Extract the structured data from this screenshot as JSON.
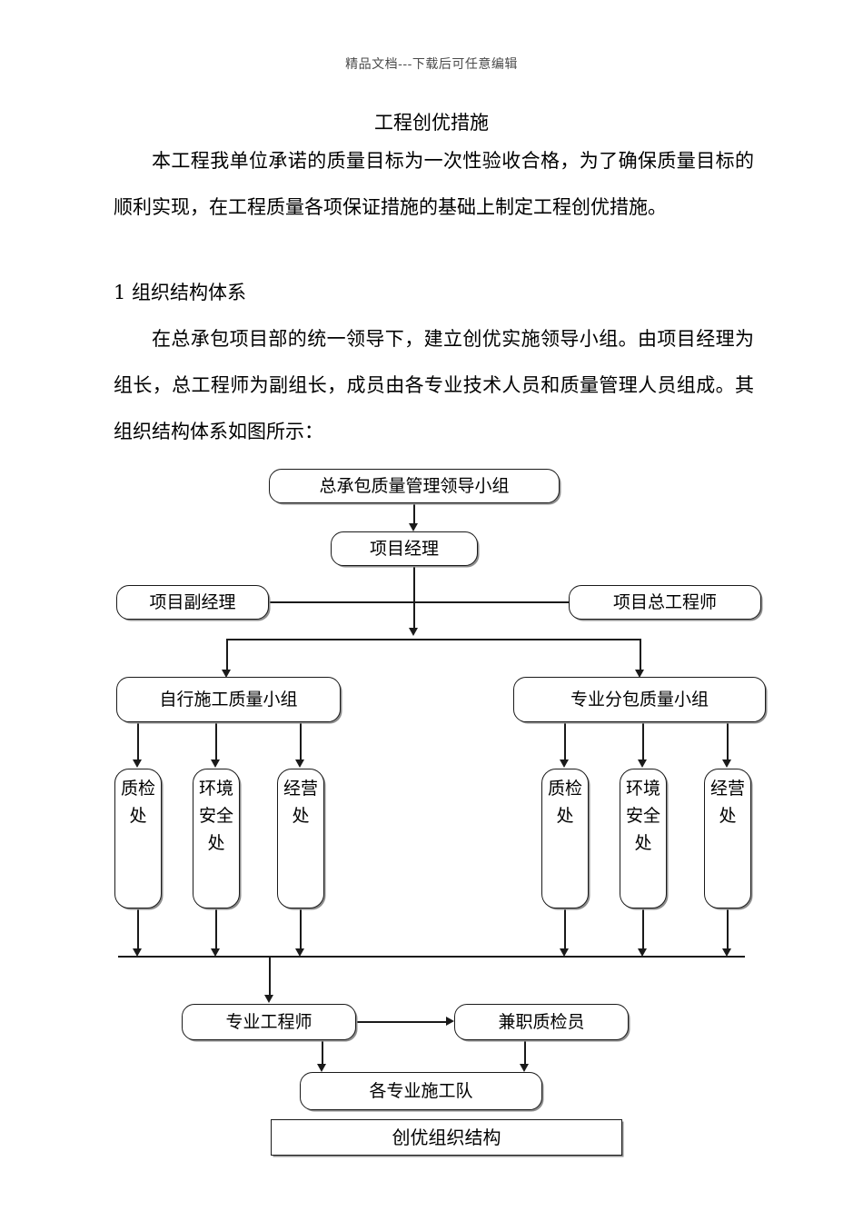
{
  "page": {
    "header_note": "精品文档---下载后可任意编辑",
    "title": "工程创优措施"
  },
  "body": {
    "paragraph_1": "本工程我单位承诺的质量目标为一次性验收合格，为了确保质量目标的顺利实现，在工程质量各项保证措施的基础上制定工程创优措施。",
    "heading_1": "1 组织结构体系",
    "paragraph_2": "在总承包项目部的统一领导下，建立创优实施领导小组。由项目经理为组长，总工程师为副组长，成员由各专业技术人员和质量管理人员组成。其组织结构体系如图所示："
  },
  "diagram": {
    "caption": "创优组织结构",
    "nodes": {
      "top_group": "总承包质量管理领导小组",
      "project_manager": "项目经理",
      "deputy_manager": "项目副经理",
      "chief_engineer": "项目总工程师",
      "self_build_group": "自行施工质量小组",
      "subcontract_group": "专业分包质量小组",
      "left_dept_1": "质检处",
      "left_dept_2": "环境安全处",
      "left_dept_3": "经营处",
      "right_dept_1": "质检处",
      "right_dept_2": "环境安全处",
      "right_dept_3": "经营处",
      "specialist_engineer": "专业工程师",
      "part_time_inspector": "兼职质检员",
      "construction_teams": "各专业施工队"
    }
  }
}
